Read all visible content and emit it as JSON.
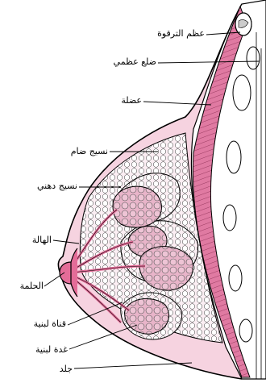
{
  "labels": {
    "clavicle": "عظم الترقوة",
    "rib": "ضلع عظمي",
    "muscle": "عضلة",
    "connective_tissue": "نسيج ضام",
    "fatty_tissue": "نسيج دهني",
    "areola": "الهالة",
    "nipple": "الحلمة",
    "milk_duct": "قناة لبنية",
    "milk_gland": "غدة لبنية",
    "skin": "جلد"
  },
  "colors": {
    "tissue_pink": "#f6d3e0",
    "muscle_pink": "#e0709a",
    "duct_pink": "#e46c98",
    "lobule_pink": "#e8b4c9",
    "outline": "#000000"
  }
}
